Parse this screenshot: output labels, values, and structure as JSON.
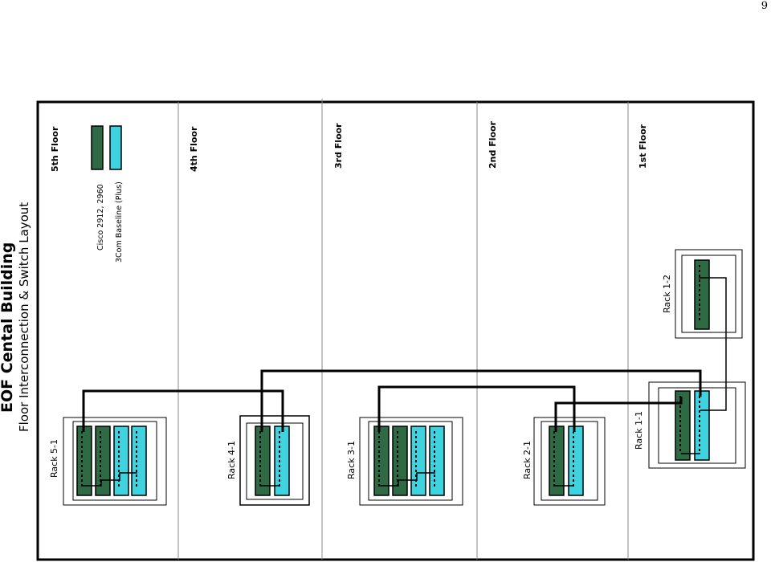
{
  "page": {
    "number": "9"
  },
  "title": {
    "main": "EOF Cental Building",
    "sub": "Floor Interconnection & Switch Layout"
  },
  "floors": [
    "5th Floor",
    "4th Floor",
    "3rd Floor",
    "2nd Floor",
    "1st Floor"
  ],
  "legend": {
    "items": [
      {
        "label": "Cisco 2912, 2960",
        "color": "#2e6b45"
      },
      {
        "label": "3Com Baseline (Plus)",
        "color": "#3ed3df"
      }
    ]
  },
  "racks": {
    "r51": "Rack 5-1",
    "r41": "Rack 4-1",
    "r31": "Rack 3-1",
    "r21": "Rack 2-1",
    "r11": "Rack 1-1",
    "r12": "Rack 1-2"
  },
  "colors": {
    "cisco": "#2e6b45",
    "threecom": "#3ed3df",
    "line": "#000000",
    "divider": "#888888"
  }
}
